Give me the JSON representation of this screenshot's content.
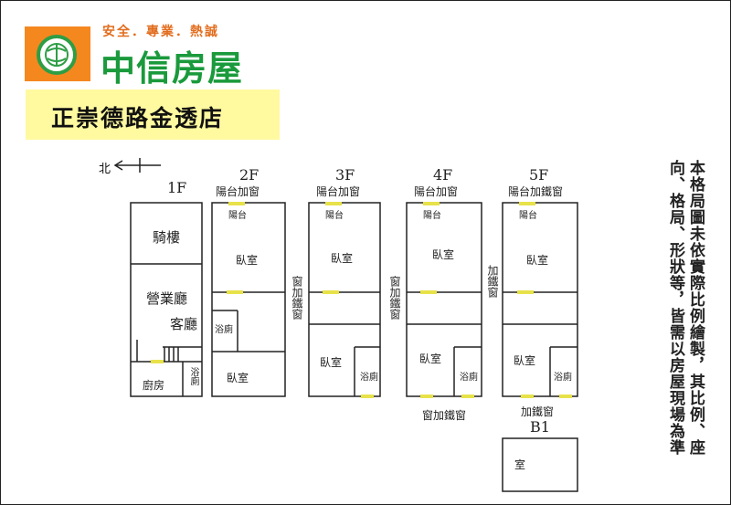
{
  "header": {
    "slogan": "安全．專業．熱誠",
    "brand": "中信房屋",
    "branch": "正崇德路金透店"
  },
  "note": "本格局圖未依實際比例繪製，其比例、座向、格局、形狀等，皆需以房屋現場為準",
  "north_label": "北",
  "floors": {
    "f1": {
      "title": "1F",
      "rooms": [
        "騎樓",
        "營業廳",
        "客廳",
        "廚房",
        "浴廁"
      ]
    },
    "f2": {
      "title": "2F",
      "balcony": "陽台加窗",
      "rooms": [
        "陽台",
        "臥室",
        "浴廁",
        "臥室"
      ],
      "window": "窗加鐵窗"
    },
    "f3": {
      "title": "3F",
      "balcony": "陽台加窗",
      "rooms": [
        "陽台",
        "臥室",
        "臥室",
        "浴廁"
      ],
      "window": "窗加鐵窗"
    },
    "f4": {
      "title": "4F",
      "balcony": "陽台加窗",
      "rooms": [
        "陽台",
        "臥室",
        "臥室",
        "浴廁"
      ],
      "window": "加鐵窗",
      "bottom": "窗加鐵窗"
    },
    "f5": {
      "title": "5F",
      "balcony": "陽台加鐵窗",
      "rooms": [
        "陽台",
        "臥室",
        "臥室",
        "浴廁"
      ],
      "bottom": "加鐵窗"
    },
    "b1": {
      "title": "B1",
      "rooms": [
        "室"
      ]
    }
  },
  "colors": {
    "logo_orange": "#f5871f",
    "logo_green": "#1a9a3c",
    "branch_bg": "#fff9a0",
    "wall": "#222222"
  }
}
